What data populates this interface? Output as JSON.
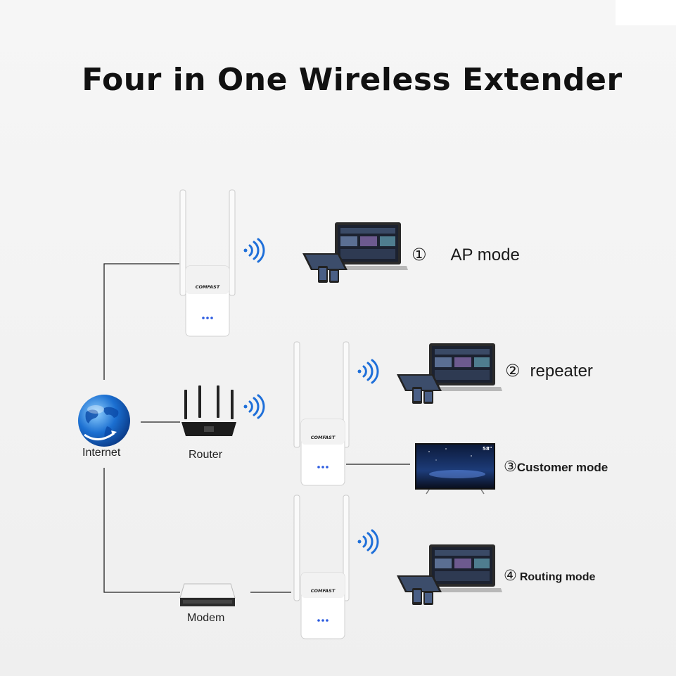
{
  "title": "Four in One Wireless Extender",
  "nodes": {
    "internet": "Internet",
    "router": "Router",
    "modem": "Modem"
  },
  "device_brand": "COMFAST",
  "tv_badge": "58\"",
  "modes": [
    {
      "num": "①",
      "label": "AP mode"
    },
    {
      "num": "②",
      "label": "repeater"
    },
    {
      "num": "③",
      "label": "Customer mode"
    },
    {
      "num": "④",
      "label": "Routing mode"
    }
  ],
  "colors": {
    "line": "#222222",
    "wifi": "#1e6fd9",
    "globe": "#1b6fd1",
    "led": "#2b5be0"
  }
}
